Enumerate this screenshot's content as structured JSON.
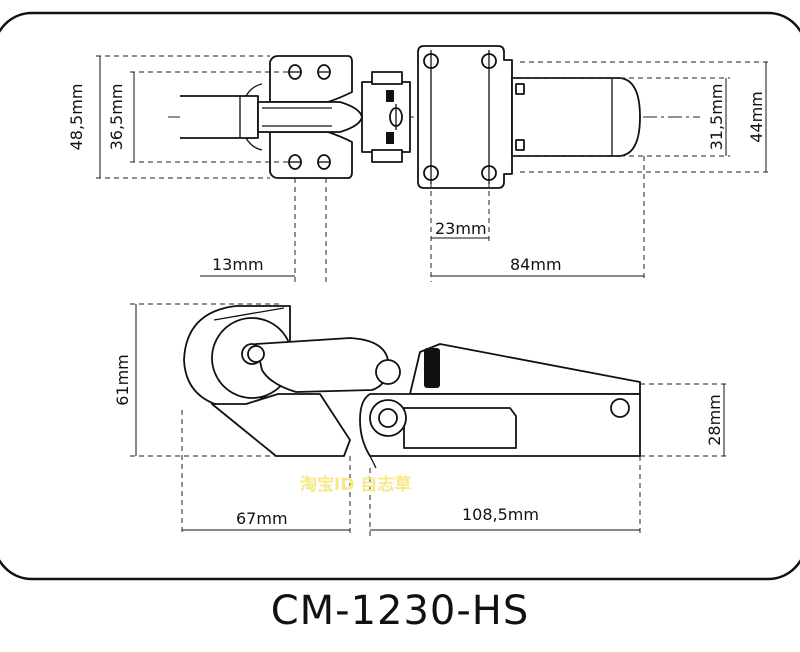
{
  "model_code": "CM-1230-HS",
  "watermark": "淘宝ID 自志草",
  "top_view": {
    "dims": {
      "overall_height": "48,5mm",
      "inner_height": "36,5mm",
      "right_inner": "31,5mm",
      "right_outer": "44mm",
      "hole_offset": "23mm",
      "base_length": "84mm",
      "mount_spacing": "13mm"
    }
  },
  "side_view": {
    "dims": {
      "height": "61mm",
      "base_height": "28mm",
      "left_length": "67mm",
      "right_length": "108,5mm"
    }
  }
}
